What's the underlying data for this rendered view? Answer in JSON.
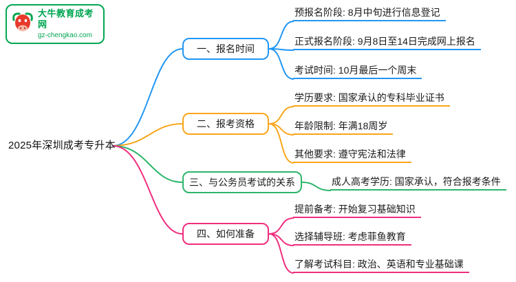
{
  "logo": {
    "title": "大牛教育成考网",
    "url": "gz-chengkao.com"
  },
  "root": {
    "label": "2025年深圳成考专升本"
  },
  "palette": {
    "blue": "#2196f3",
    "orange": "#faa61a",
    "green": "#2cb56a",
    "pink": "#f02d7d",
    "logo_green": "#00a651",
    "logo_red": "#e8392b"
  },
  "branches": [
    {
      "label": "一、报名时间",
      "color": "#2196f3",
      "children": [
        {
          "text": "预报名阶段: 8月中旬进行信息登记"
        },
        {
          "text": "正式报名阶段: 9月8日至14日完成网上报名"
        },
        {
          "text": "考试时间: 10月最后一个周末"
        }
      ]
    },
    {
      "label": "二、报考资格",
      "color": "#faa61a",
      "children": [
        {
          "text": "学历要求: 国家承认的专科毕业证书"
        },
        {
          "text": "年龄限制: 年满18周岁"
        },
        {
          "text": "其他要求: 遵守宪法和法律"
        }
      ]
    },
    {
      "label": "三、与公务员考试的关系",
      "color": "#2cb56a",
      "children": [
        {
          "text": "成人高考学历: 国家承认，符合报考条件"
        }
      ]
    },
    {
      "label": "四、如何准备",
      "color": "#f02d7d",
      "children": [
        {
          "text": "提前备考: 开始复习基础知识"
        },
        {
          "text": "选择辅导班: 考虑菲鱼教育"
        },
        {
          "text": "了解考试科目: 政治、英语和专业基础课"
        }
      ]
    }
  ]
}
